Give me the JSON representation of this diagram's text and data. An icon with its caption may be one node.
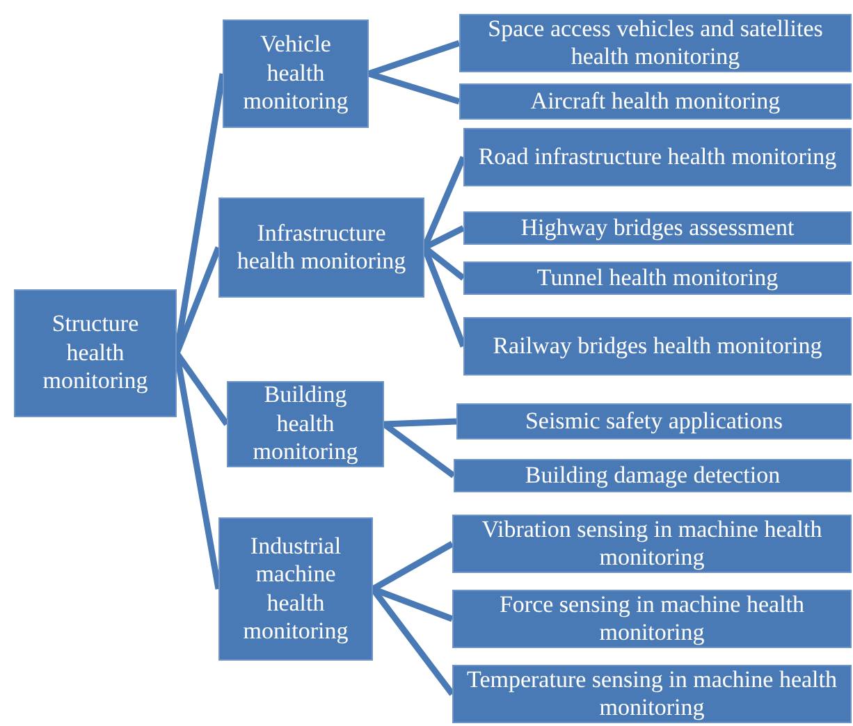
{
  "diagram": {
    "nodes": [
      {
        "text": [
          "Structure health monitoring"
        ]
      },
      {
        "text": [
          "Vehicle health monitoring"
        ]
      },
      {
        "text": [
          "Infrastructure health monitoring"
        ]
      },
      {
        "text": [
          "Building health monitoring"
        ]
      },
      {
        "text": [
          "Industrial machine health monitoring"
        ]
      },
      {
        "text": [
          "Space access vehicles and satellites health monitoring"
        ]
      },
      {
        "text": [
          "Aircraft health monitoring"
        ]
      },
      {
        "text": [
          "Road infrastructure health monitoring"
        ]
      },
      {
        "text": [
          "Highway bridges assessment"
        ]
      },
      {
        "text": [
          "Tunnel health monitoring"
        ]
      },
      {
        "text": [
          "Railway bridges health monitoring"
        ]
      },
      {
        "text": [
          "Seismic safety applications"
        ]
      },
      {
        "text": [
          "Building damage detection"
        ]
      },
      {
        "text": [
          "Vibration sensing in machine health monitoring"
        ]
      },
      {
        "text": [
          "Force sensing in machine health monitoring"
        ]
      },
      {
        "text": [
          "Temperature sensing in machine health monitoring"
        ]
      }
    ],
    "edges": [
      {
        "from": 0,
        "to": 1,
        "arrow": "none"
      },
      {
        "from": 0,
        "to": 2,
        "arrow": "none"
      },
      {
        "from": 0,
        "to": 3,
        "arrow": "none"
      },
      {
        "from": 0,
        "to": 4,
        "arrow": "none"
      },
      {
        "from": 1,
        "to": 5,
        "arrow": "none"
      },
      {
        "from": 1,
        "to": 6,
        "arrow": "none"
      },
      {
        "from": 2,
        "to": 7,
        "arrow": "none"
      },
      {
        "from": 2,
        "to": 8,
        "arrow": "none"
      },
      {
        "from": 2,
        "to": 9,
        "arrow": "none"
      },
      {
        "from": 2,
        "to": 10,
        "arrow": "none"
      },
      {
        "from": 3,
        "to": 11,
        "arrow": "none"
      },
      {
        "from": 3,
        "to": 12,
        "arrow": "none"
      },
      {
        "from": 4,
        "to": 13,
        "arrow": "none"
      },
      {
        "from": 4,
        "to": 14,
        "arrow": "none"
      },
      {
        "from": 4,
        "to": 15,
        "arrow": "none"
      }
    ]
  }
}
